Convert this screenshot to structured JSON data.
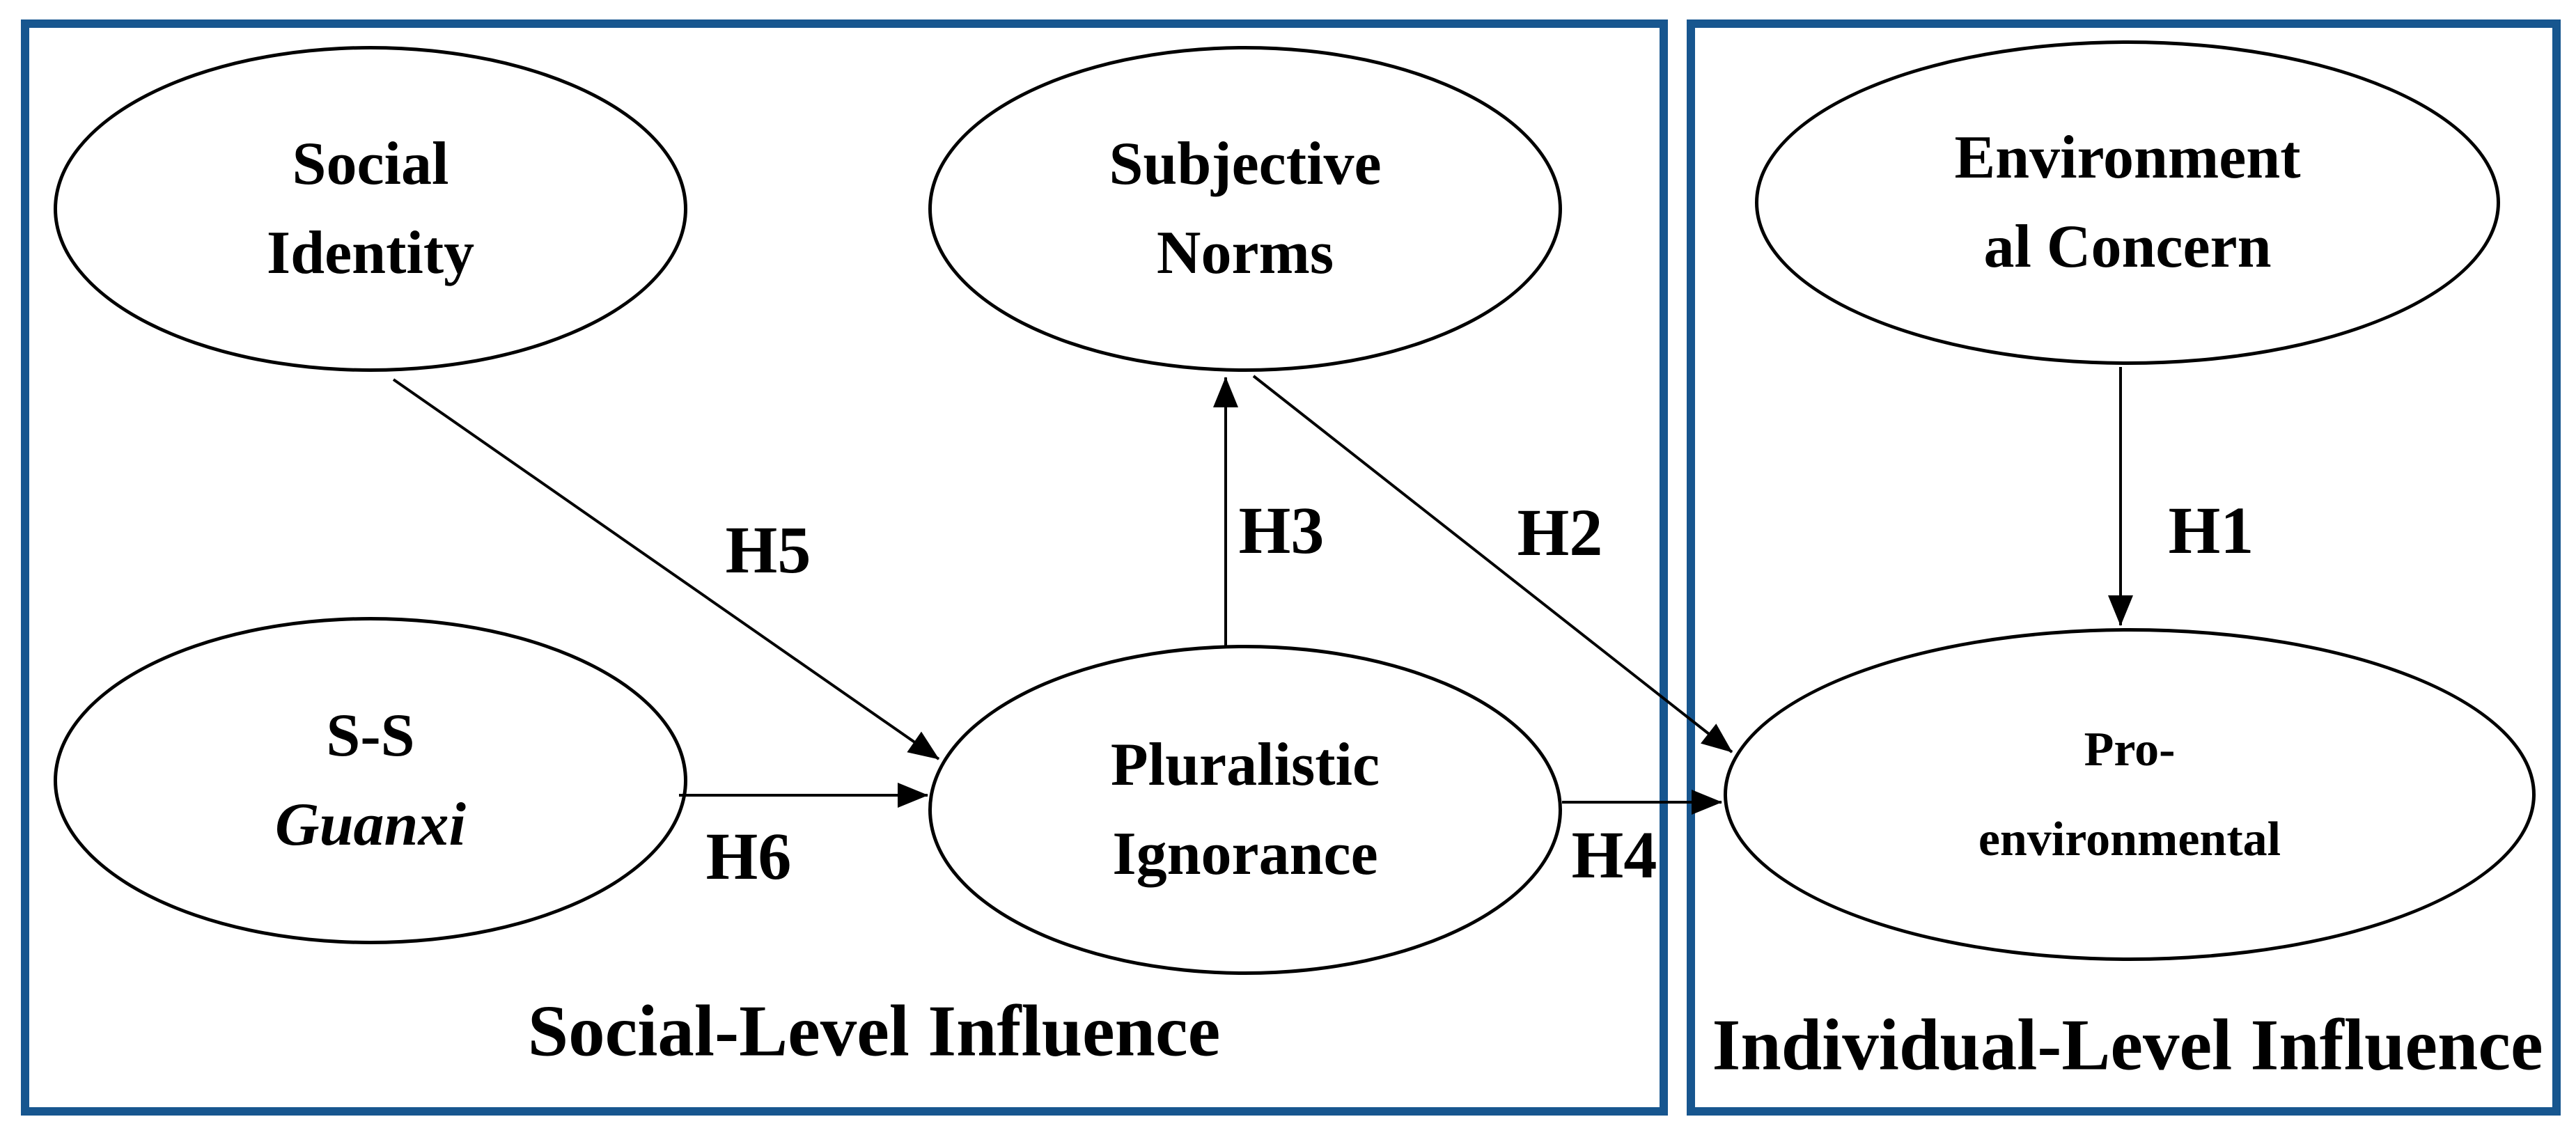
{
  "figure": {
    "title": "Research model: social-level and individual-level influences on pro-environmental outcome",
    "colors": {
      "background": "#FFFFFF",
      "box_border": "#17568F",
      "node_stroke": "#000000",
      "arrow": "#000000",
      "text": "#000000"
    },
    "boxes": [
      {
        "id": "social",
        "label": "Social-Level Influence"
      },
      {
        "id": "individual",
        "label": "Individual-Level Influence"
      }
    ],
    "nodes": {
      "social_identity": {
        "lines": [
          "Social",
          "Identity"
        ]
      },
      "subjective_norms": {
        "lines": [
          "Subjective",
          "Norms"
        ]
      },
      "environmental_concern": {
        "lines": [
          "Environment",
          "al Concern"
        ]
      },
      "ss_guanxi": {
        "lines": [
          "S-S",
          "Guanxi"
        ]
      },
      "pluralistic_ignorance": {
        "lines": [
          "Pluralistic",
          "Ignorance"
        ]
      },
      "pro_environmental": {
        "lines": [
          "Pro-",
          "environmental"
        ]
      }
    },
    "edges": [
      {
        "label": "H1",
        "from": "environmental_concern",
        "to": "pro_environmental"
      },
      {
        "label": "H2",
        "from": "subjective_norms",
        "to": "pro_environmental"
      },
      {
        "label": "H3",
        "from": "pluralistic_ignorance",
        "to": "subjective_norms"
      },
      {
        "label": "H4",
        "from": "pluralistic_ignorance",
        "to": "pro_environmental"
      },
      {
        "label": "H5",
        "from": "social_identity",
        "to": "pluralistic_ignorance"
      },
      {
        "label": "H6",
        "from": "ss_guanxi",
        "to": "pluralistic_ignorance"
      }
    ]
  }
}
